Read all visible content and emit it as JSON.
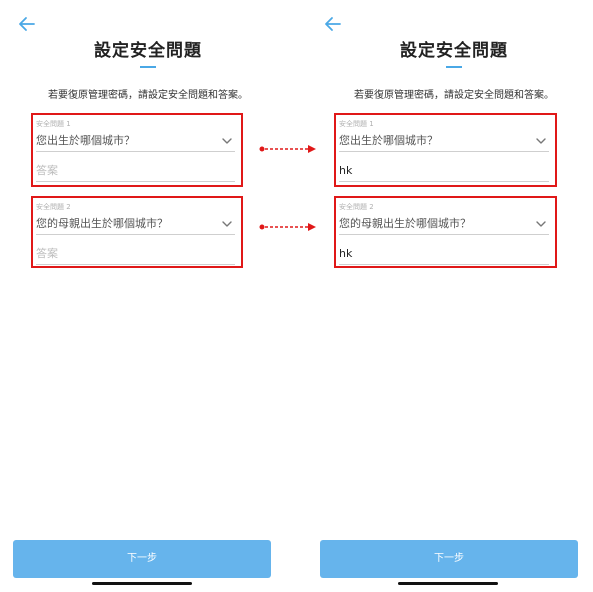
{
  "colors": {
    "accent": "#4aa8e6",
    "button_bg": "#66b4ec",
    "highlight_red": "#e01818"
  },
  "icons": {
    "back": "back-arrow-icon",
    "chevron": "chevron-down-icon",
    "annotation_arrow": "dashed-arrow-icon"
  },
  "before": {
    "title": "設定安全問題",
    "subtitle": "若要復原管理密碼，請設定安全問題和答案。",
    "question1": {
      "label": "安全問題 1",
      "selected": "您出生於哪個城市？",
      "answer_placeholder": "答案"
    },
    "question2": {
      "label": "安全問題 2",
      "selected": "您的母親出生於哪個城市？",
      "answer_placeholder": "答案"
    },
    "next_button": "下一步"
  },
  "after": {
    "title": "設定安全問題",
    "subtitle": "若要復原管理密碼，請設定安全問題和答案。",
    "question1": {
      "label": "安全問題 1",
      "selected": "您出生於哪個城市？",
      "answer_value": "hk"
    },
    "question2": {
      "label": "安全問題 2",
      "selected": "您的母親出生於哪個城市？",
      "answer_value": "hk"
    },
    "next_button": "下一步"
  }
}
